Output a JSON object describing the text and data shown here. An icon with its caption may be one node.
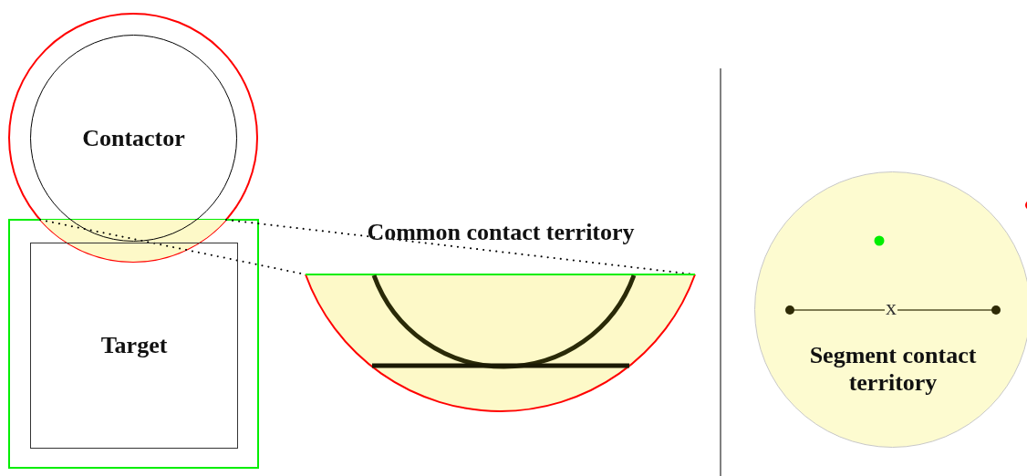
{
  "diagram": {
    "nodes": [
      {
        "text": [
          "Contactor"
        ]
      },
      {
        "text": [
          "Target"
        ]
      },
      {
        "text": [],
        "shape": "segment"
      },
      {
        "text": [
          "Common contact territory"
        ]
      },
      {
        "text": [
          "Segment contact territory"
        ]
      }
    ],
    "edges": [
      {
        "from": 2,
        "to": 3,
        "arrow": "none",
        "style": "dashed"
      },
      {
        "from": 2,
        "to": 3,
        "arrow": "none",
        "style": "dashed"
      }
    ],
    "labels": [
      "x"
    ]
  }
}
